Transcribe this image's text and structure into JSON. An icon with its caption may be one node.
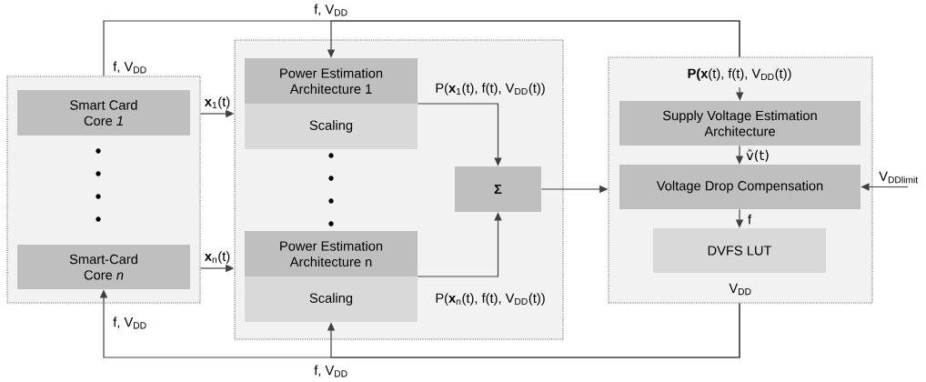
{
  "diagram": {
    "nodes": [
      {
        "text": [],
        "shape": "box"
      },
      {
        "text": [
          "Smart Card Core *1*"
        ],
        "in": 0
      },
      {
        "text": [
          "Smart-Card Core *n*"
        ],
        "in": 0
      },
      {
        "text": [],
        "shape": "box"
      },
      {
        "text": [
          "Power Estimation Architecture 1"
        ],
        "in": 3
      },
      {
        "text": [
          "Scaling"
        ],
        "in": 3
      },
      {
        "text": [
          "Power Estimation Architecture n"
        ],
        "in": 3
      },
      {
        "text": [
          "Scaling"
        ],
        "in": 3
      },
      {
        "text": [
          "Σ"
        ],
        "in": 3
      },
      {
        "text": [
          "V$_{DD}$"
        ]
      },
      {
        "text": [
          "Supply Voltage Estimation Architecture"
        ],
        "in": 9
      },
      {
        "text": [
          "Voltage Drop Compensation"
        ],
        "in": 9
      },
      {
        "text": [
          "DVFS LUT"
        ],
        "in": 9
      },
      {
        "text": [
          "**P(x**(t), f(t), V$_{DD}$(t))"
        ],
        "in": 9
      }
    ],
    "edges": [
      {
        "from": 0,
        "to": 3,
        "arrow": "to",
        "label": "**x**$_{1}$(t)"
      },
      {
        "from": 0,
        "to": 3,
        "arrow": "to",
        "label": "**x**$_{n}$(t)"
      },
      {
        "from": 4,
        "to": 8,
        "arrow": "to",
        "label": "P(**x**$_{1}$(t), f(t), V$_{DD}$(t))"
      },
      {
        "from": 6,
        "to": 8,
        "arrow": "to",
        "label": "P(**x**$_{n}$(t), f(t), V$_{DD}$(t))"
      },
      {
        "from": 8,
        "to": 9,
        "arrow": "to"
      },
      {
        "from": 13,
        "to": 10,
        "arrow": "to"
      },
      {
        "from": 10,
        "to": 11,
        "arrow": "to",
        "label": "v̂(t)"
      },
      {
        "from": 11,
        "to": 12,
        "arrow": "to",
        "label": "f"
      },
      {
        "from": null,
        "to": 11,
        "arrow": "to",
        "label": "V$_{DDlimit}$"
      },
      {
        "from": 9,
        "to": 0,
        "arrow": "none",
        "label": "f, V$_{DD}$"
      },
      {
        "from": 9,
        "to": 4,
        "arrow": "to",
        "label": "f, V$_{DD}$"
      },
      {
        "from": 9,
        "to": 2,
        "arrow": "to",
        "label": "f, V$_{DD}$"
      },
      {
        "from": 9,
        "to": 7,
        "arrow": "to",
        "label": "f, V$_{DD}$"
      }
    ]
  }
}
